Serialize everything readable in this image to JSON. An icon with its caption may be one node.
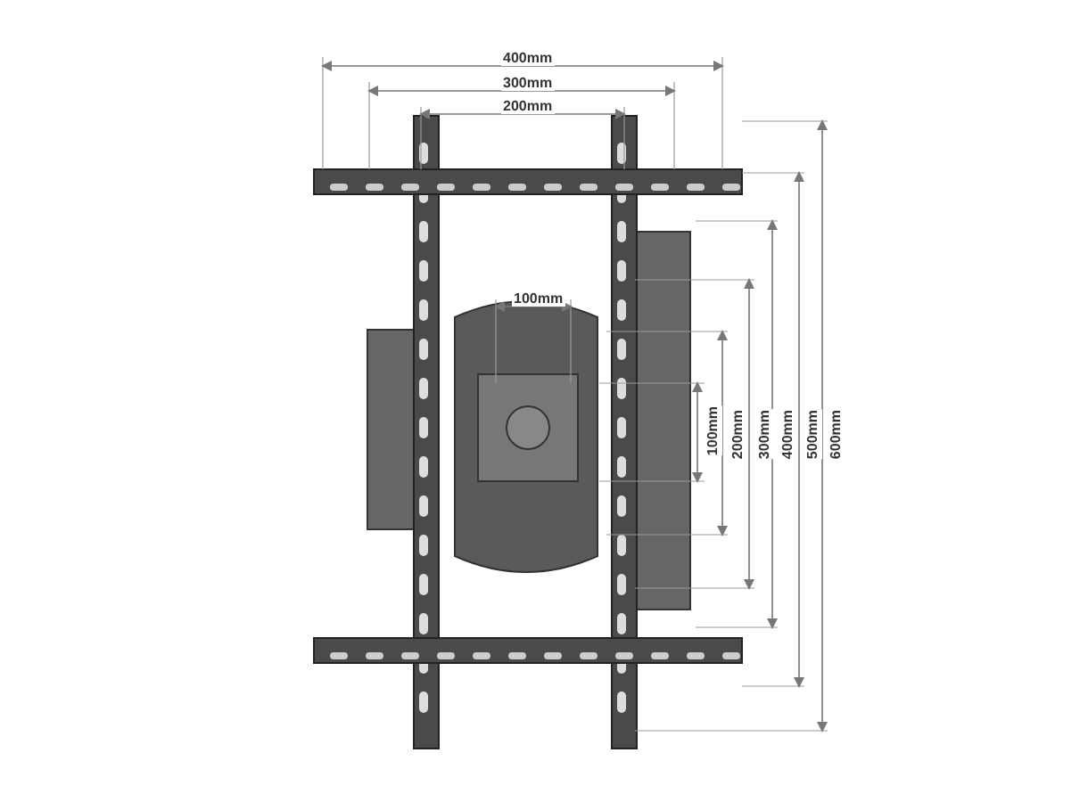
{
  "diagram": {
    "labels": [
      "400mm",
      "300mm",
      "200mm",
      "100mm",
      "100mm",
      "200mm",
      "300mm",
      "400mm",
      "500mm",
      "600mm"
    ]
  }
}
